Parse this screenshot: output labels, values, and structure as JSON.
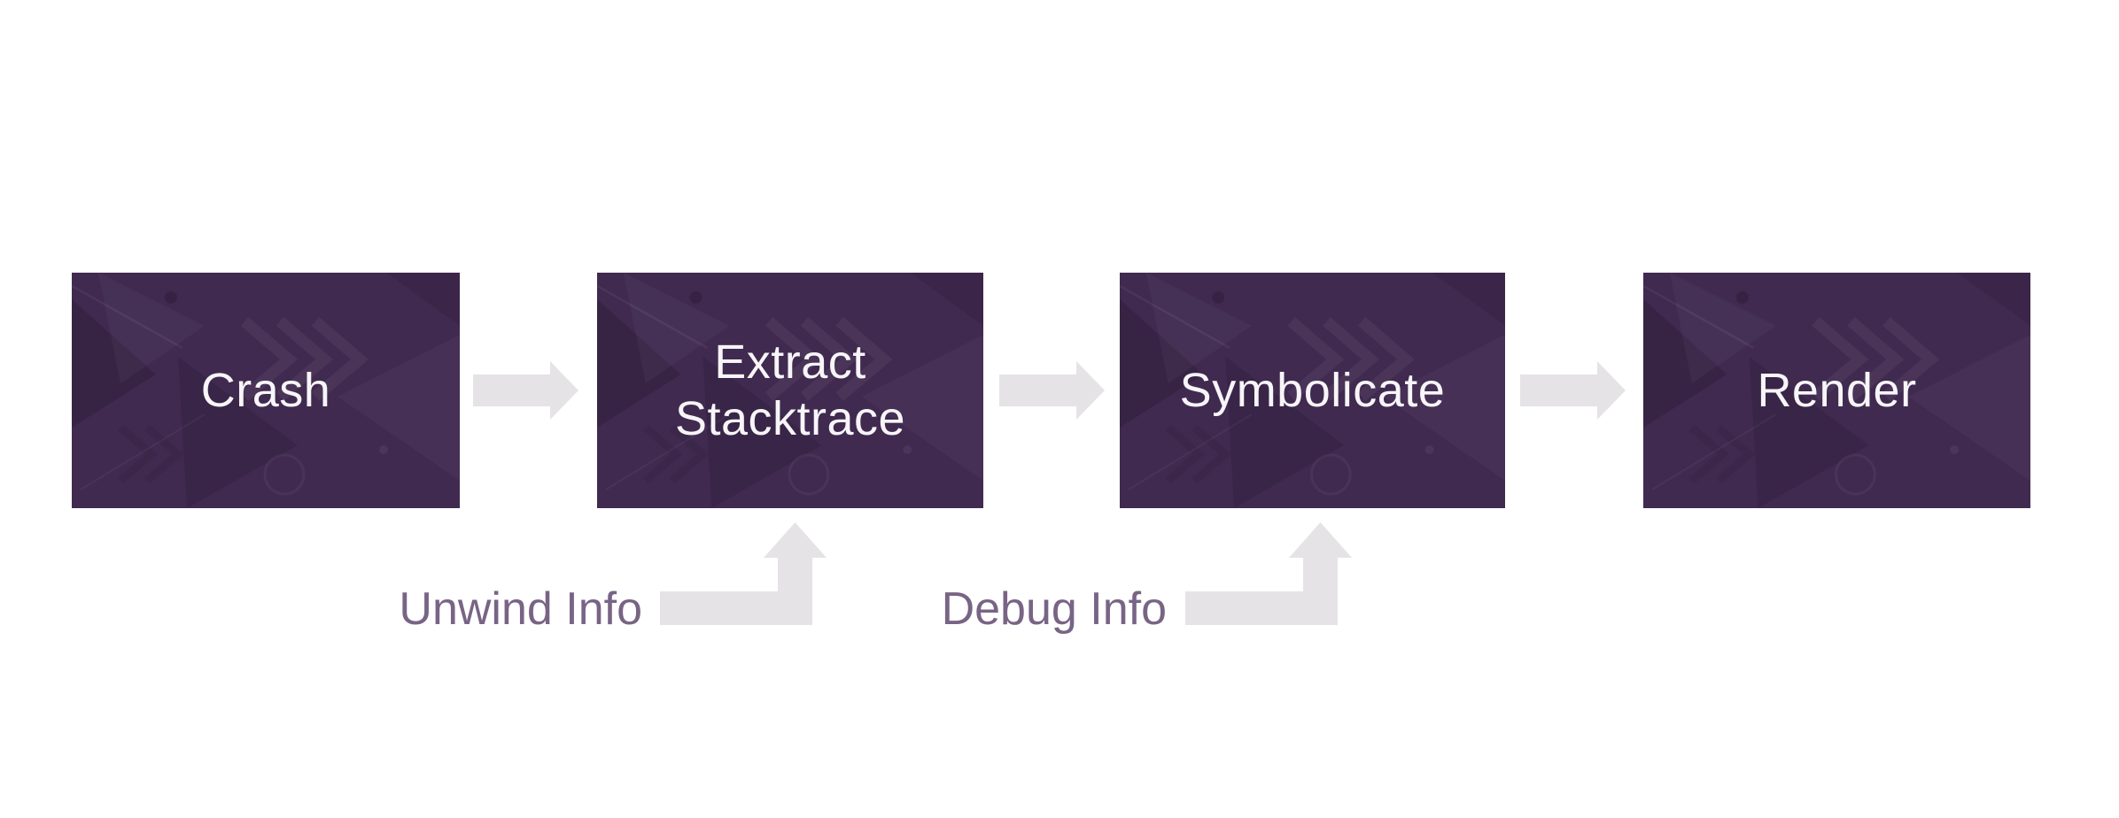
{
  "diagram": {
    "background_color": "#ffffff",
    "colors": {
      "box_fill": "#402a50",
      "box_text": "#f7f5f8",
      "arrow_fill": "#e5e3e6",
      "input_label_text": "#786485"
    },
    "nodes": [
      {
        "id": "crash",
        "label": "Crash"
      },
      {
        "id": "extract-stacktrace",
        "label": "Extract\nStacktrace"
      },
      {
        "id": "symbolicate",
        "label": "Symbolicate"
      },
      {
        "id": "render",
        "label": "Render"
      }
    ],
    "connections": [
      {
        "from": "crash",
        "to": "extract-stacktrace"
      },
      {
        "from": "extract-stacktrace",
        "to": "symbolicate"
      },
      {
        "from": "symbolicate",
        "to": "render"
      }
    ],
    "inputs": [
      {
        "label": "Unwind Info",
        "target": "extract-stacktrace"
      },
      {
        "label": "Debug Info",
        "target": "symbolicate"
      }
    ]
  }
}
